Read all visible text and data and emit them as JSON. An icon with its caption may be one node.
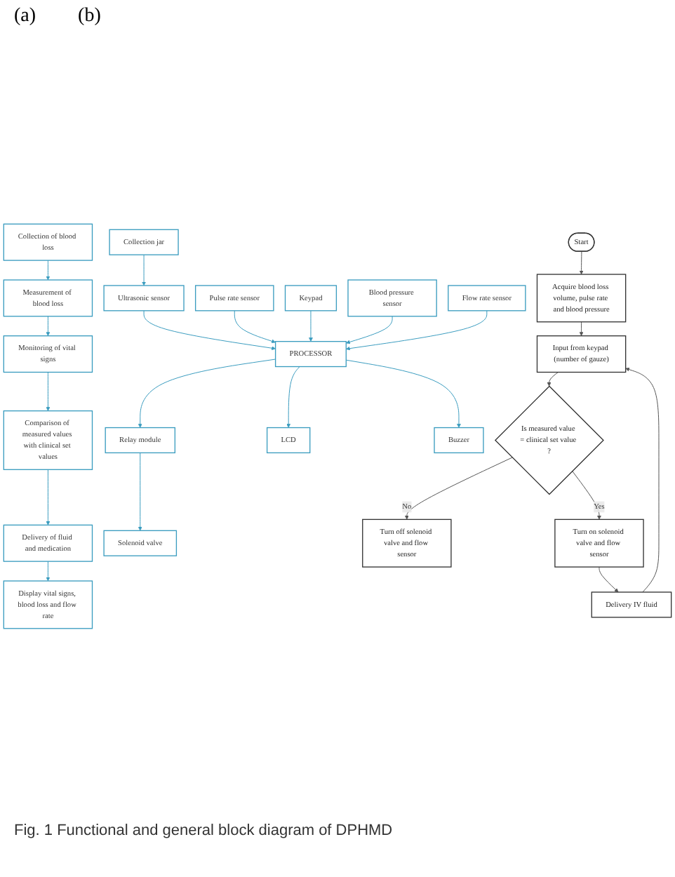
{
  "diagram": {
    "caption": "Fig. 1 Functional and general block diagram of DPHMD",
    "nodes": [
      {
        "text": [
          "Collection of blood loss"
        ]
      },
      {
        "text": [
          "Measurement of blood loss"
        ]
      },
      {
        "text": [
          "Monitoring of vital signs"
        ]
      },
      {
        "text": [
          "Comparison of measured values with clinical set values"
        ]
      },
      {
        "text": [
          "Delivery of fluid and medication"
        ]
      },
      {
        "text": [
          "Display vital signs, blood loss and flow rate"
        ]
      },
      {
        "text": [
          "Collection jar"
        ]
      },
      {
        "text": [
          "Ultrasonic sensor"
        ]
      },
      {
        "text": [
          "Pulse rate sensor"
        ]
      },
      {
        "text": [
          "Keypad"
        ]
      },
      {
        "text": [
          "Blood pressure sensor"
        ]
      },
      {
        "text": [
          "Flow rate sensor"
        ]
      },
      {
        "text": [
          "PROCESSOR"
        ]
      },
      {
        "text": [
          "Relay module"
        ]
      },
      {
        "text": [
          "Solenoid valve"
        ]
      },
      {
        "text": [
          "LCD"
        ]
      },
      {
        "text": [
          "Buzzer"
        ]
      },
      {
        "text": [
          "Start"
        ]
      },
      {
        "text": [
          "Acquire blood loss volume, pulse rate and blood pressure"
        ]
      },
      {
        "text": [
          "Input from keypad (number of gauze)"
        ]
      },
      {
        "text": [
          "Is measured value = clinical set value ?"
        ]
      },
      {
        "text": [
          "Turn off solenoid valve and flow sensor"
        ]
      },
      {
        "text": [
          "Turn on solenoid valve and flow sensor"
        ]
      },
      {
        "text": [
          "Delivery IV fluid"
        ]
      }
    ],
    "edges": [
      {
        "from": 0,
        "to": 1,
        "arrow": "to"
      },
      {
        "from": 1,
        "to": 2,
        "arrow": "to"
      },
      {
        "from": 2,
        "to": 3,
        "arrow": "to"
      },
      {
        "from": 3,
        "to": 4,
        "arrow": "to"
      },
      {
        "from": 4,
        "to": 5,
        "arrow": "to"
      },
      {
        "from": 6,
        "to": 7,
        "arrow": "to"
      },
      {
        "from": 7,
        "to": 12,
        "arrow": "to"
      },
      {
        "from": 8,
        "to": 12,
        "arrow": "to"
      },
      {
        "from": 9,
        "to": 12,
        "arrow": "to"
      },
      {
        "from": 10,
        "to": 12,
        "arrow": "to"
      },
      {
        "from": 11,
        "to": 12,
        "arrow": "to"
      },
      {
        "from": 12,
        "to": 13,
        "arrow": "to"
      },
      {
        "from": 13,
        "to": 14,
        "arrow": "to"
      },
      {
        "from": 12,
        "to": 15,
        "arrow": "to"
      },
      {
        "from": 12,
        "to": 16,
        "arrow": "to"
      },
      {
        "from": 17,
        "to": 18,
        "arrow": "to",
        "color": "#555555"
      },
      {
        "from": 18,
        "to": 19,
        "arrow": "to",
        "color": "#555555"
      },
      {
        "from": 19,
        "to": 20,
        "arrow": "to",
        "color": "#555555"
      },
      {
        "from": 20,
        "to": 21,
        "label": "No",
        "arrow": "to",
        "color": "#555555"
      },
      {
        "from": 20,
        "to": 22,
        "label": "Yes",
        "arrow": "to",
        "color": "#555555"
      },
      {
        "from": 22,
        "to": 23,
        "arrow": "to",
        "color": "#555555"
      },
      {
        "from": 23,
        "to": 19,
        "arrow": "to",
        "color": "#555555"
      }
    ],
    "labels": [
      "(a)",
      "(b)"
    ]
  }
}
